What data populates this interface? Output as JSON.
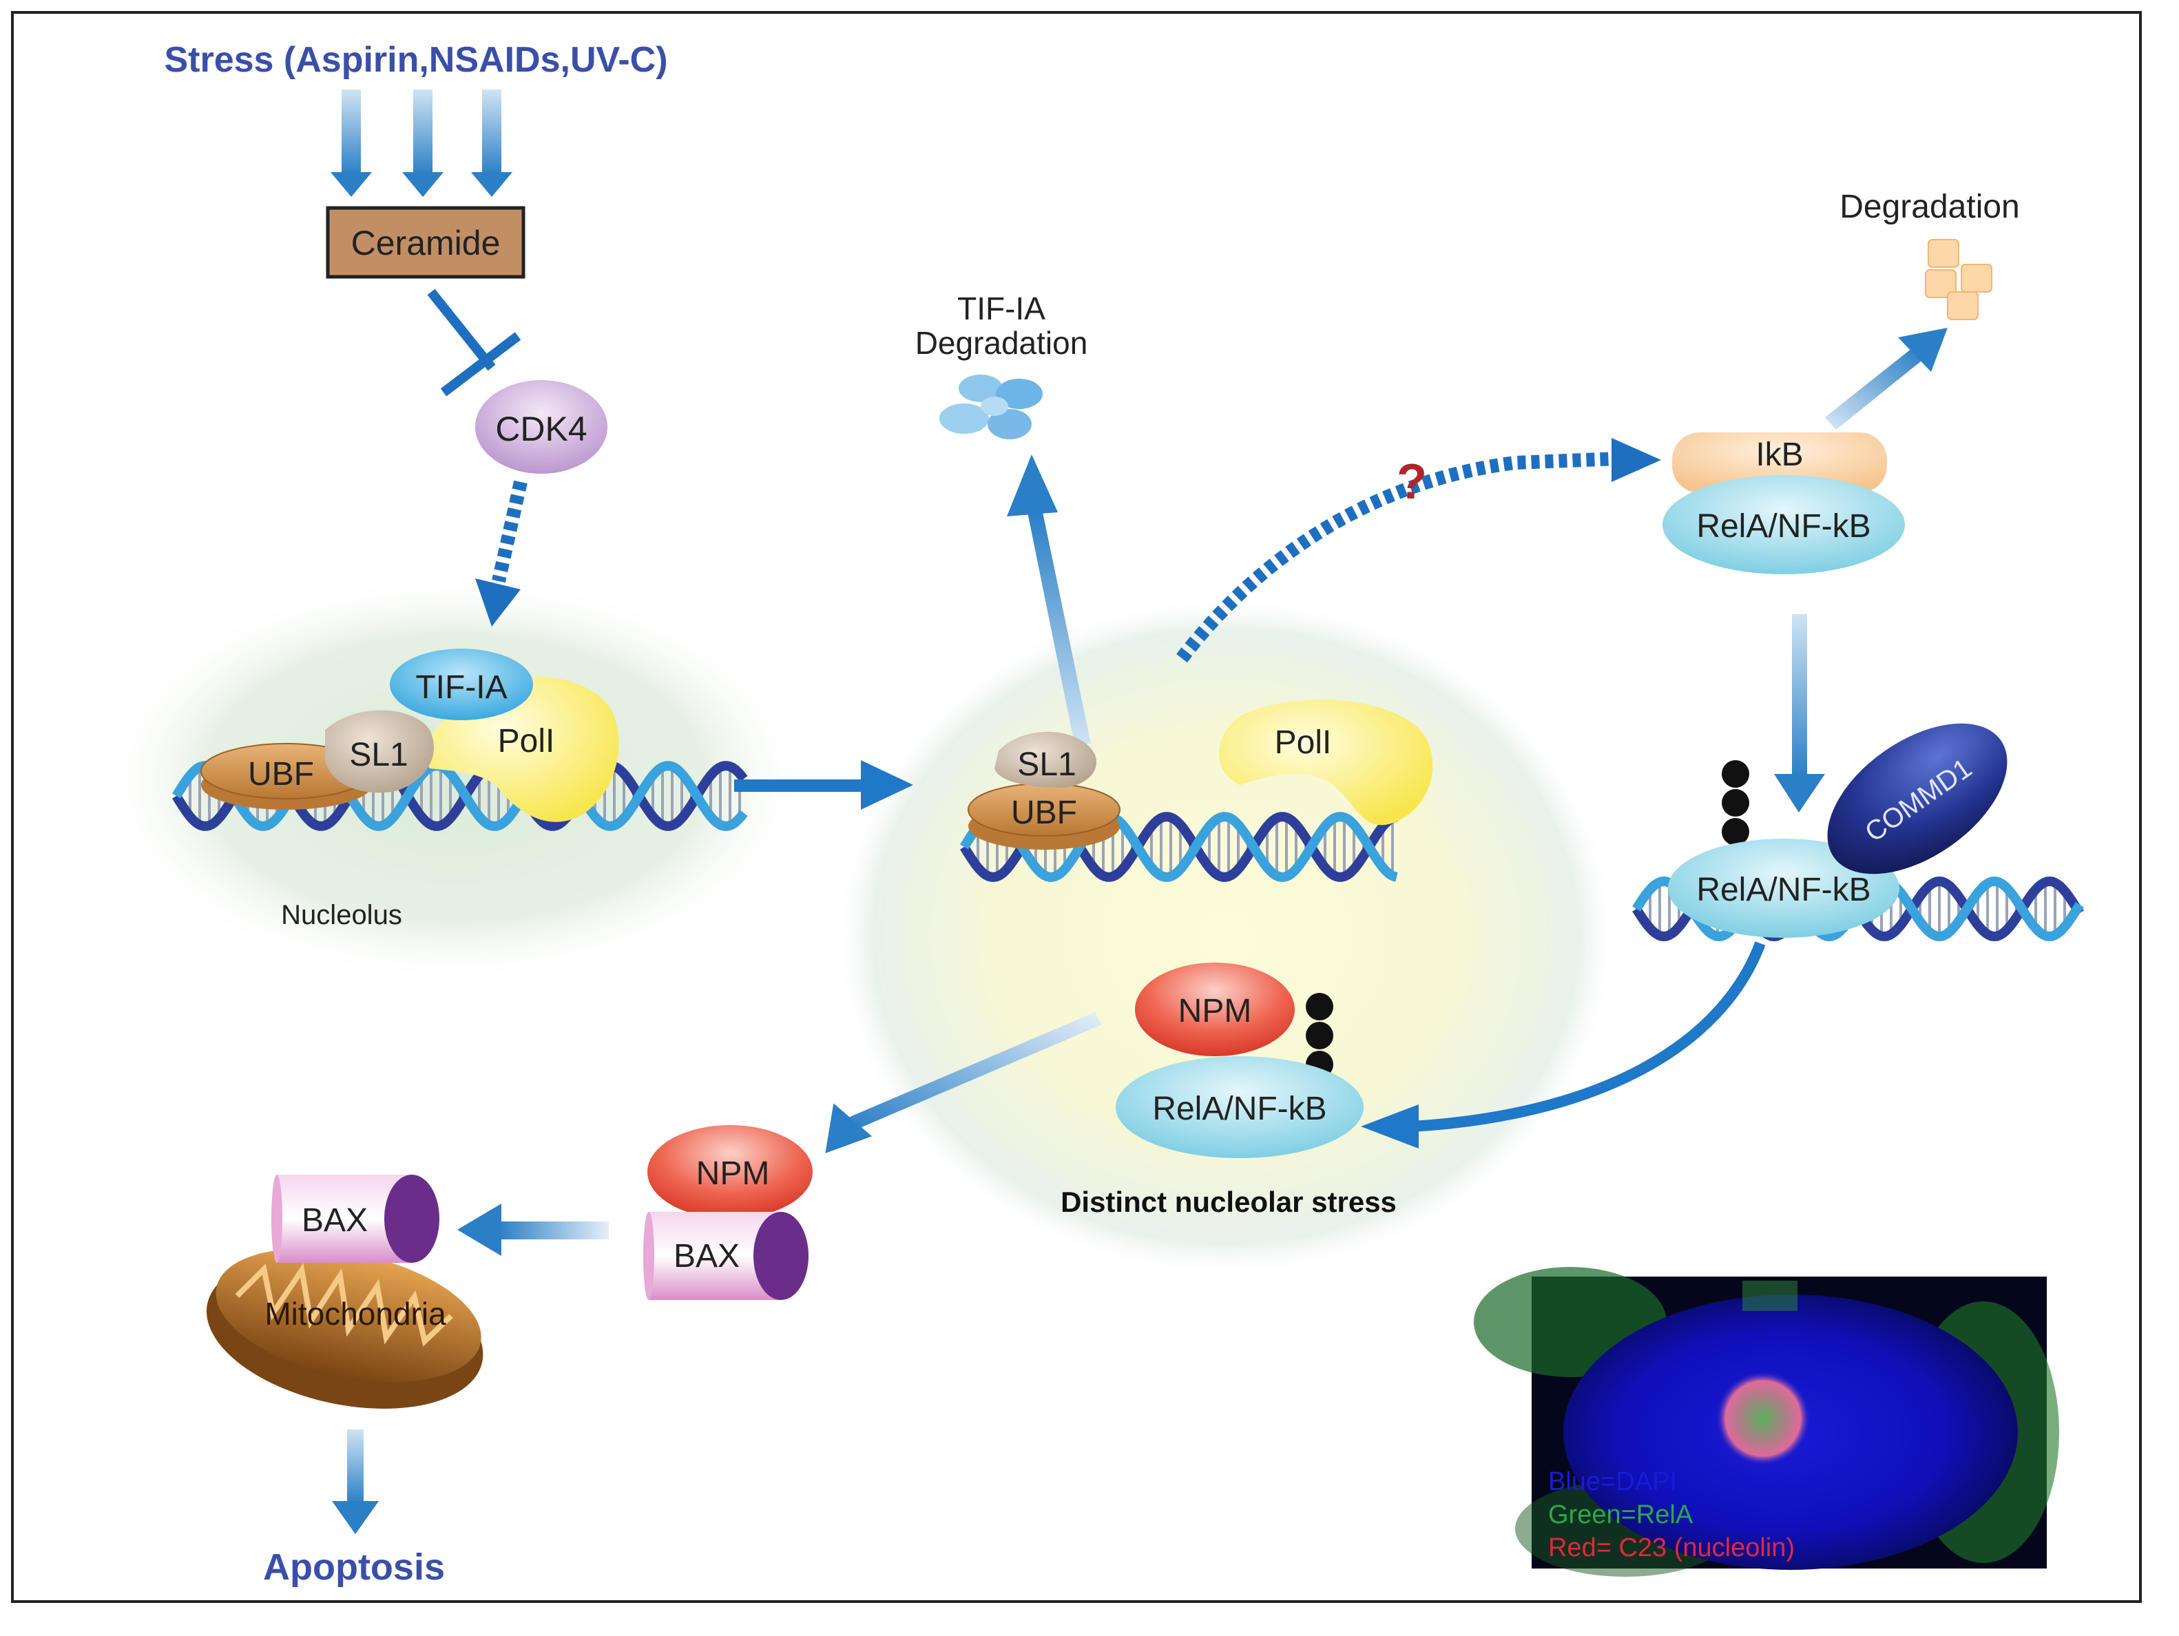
{
  "stress_label": "Stress (Aspirin,NSAIDs,UV-C)",
  "ceramide": "Ceramide",
  "cdk4": "CDK4",
  "nucleolus": "Nucleolus",
  "left_complex": {
    "tifia": "TIF-IA",
    "sl1": "SL1",
    "ubf": "UBF",
    "poli": "PolI"
  },
  "tifia_degradation": [
    "TIF-IA",
    "Degradation"
  ],
  "center_complex": {
    "sl1": "SL1",
    "ubf": "UBF",
    "poli": "PolI"
  },
  "question_mark": "?",
  "degradation": "Degradation",
  "ikb": "IkB",
  "rela_top": "RelA/NF-kB",
  "commd1": "COMMD1",
  "rela_dna": "RelA/NF-kB",
  "npm_rela": {
    "npm": "NPM",
    "rela": "RelA/NF-kB"
  },
  "distinct_stress": "Distinct nucleolar stress",
  "npm_bax": {
    "npm": "NPM",
    "bax": "BAX"
  },
  "bax_mito": "BAX",
  "mitochondria": "Mitochondria",
  "apoptosis": "Apoptosis",
  "micrograph_legend": {
    "blue": "Blue=DAPI",
    "green": "Green=RelA",
    "red": "Red= C23 (nucleolin)"
  },
  "colors": {
    "title_blue": "#3a4fa8",
    "arrow_blue": "#1f78c8",
    "rela_fill": "#9fdbea",
    "npm_fill": "#ee5544",
    "bax_fill": "#e7a9d6",
    "bax_end": "#6a2d8a",
    "ubf_fill": "#d69a55",
    "sl1_fill": "#c8b8a8",
    "poli_fill": "#fff27a",
    "tifia_fill": "#5bbde8",
    "cdk4_fill": "#c9a9d8",
    "ceramide_fill": "#c28f65",
    "commd1_fill": "#1f2f8a",
    "question_red": "#b0252a"
  }
}
